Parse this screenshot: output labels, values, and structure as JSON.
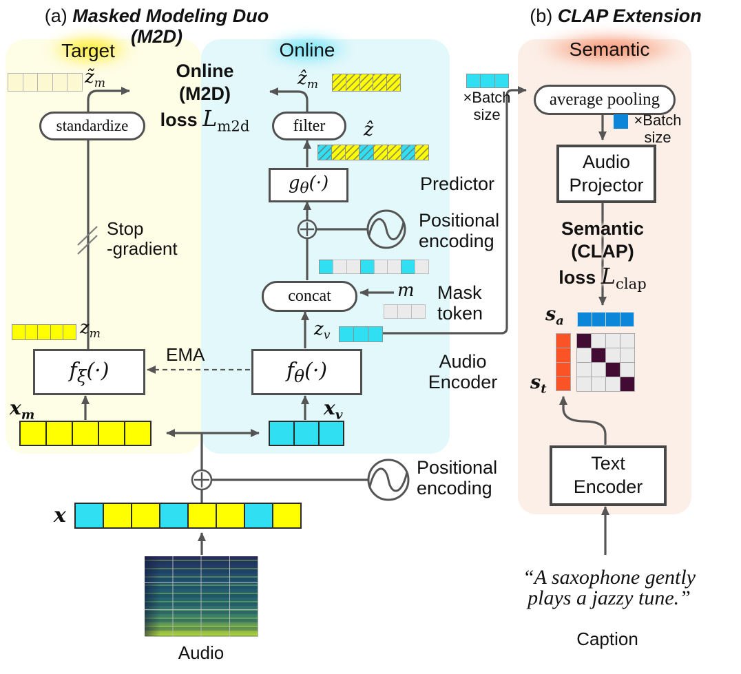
{
  "titles": {
    "a_prefix": "(a) ",
    "a_text": "Masked Modeling Duo (M2D)",
    "b_prefix": "(b) ",
    "b_text": "CLAP Extension"
  },
  "section_labels": {
    "target": "Target",
    "online": "Online",
    "semantic": "Semantic"
  },
  "losses": {
    "m2d": {
      "line1": "Online",
      "line2": "(M2D)",
      "line3_prefix": "loss",
      "L": "L",
      "sub": "m2d"
    },
    "clap": {
      "line1": "Semantic",
      "line2": "(CLAP)",
      "line3_prefix": "loss",
      "L": "L",
      "sub": "clap"
    }
  },
  "nodes": {
    "standardize": "standardize",
    "filter": "filter",
    "concat": "concat",
    "average_pooling": "average pooling",
    "audio_projector": {
      "line1": "Audio",
      "line2": "Projector"
    },
    "text_encoder": {
      "line1": "Text",
      "line2": "Encoder"
    }
  },
  "math": {
    "z_tilde_m": {
      "base": "z̃",
      "sub": "m"
    },
    "z_hat_m": {
      "base": "ẑ",
      "sub": "m"
    },
    "z_hat": {
      "base": "ẑ"
    },
    "z_m": {
      "base": "z",
      "sub": "m"
    },
    "z_v": {
      "base": "z",
      "sub": "v"
    },
    "x_m": {
      "base": "x",
      "sub": "m"
    },
    "x_v": {
      "base": "x",
      "sub": "v"
    },
    "x": {
      "base": "x"
    },
    "m": {
      "base": "m"
    },
    "s_a": {
      "base": "s",
      "sub": "a"
    },
    "s_t": {
      "base": "s",
      "sub": "t"
    },
    "f_xi": {
      "base": "f",
      "sub": "ξ",
      "args": "(·)"
    },
    "f_theta": {
      "base": "f",
      "sub": "θ",
      "args": "(·)"
    },
    "g_theta": {
      "base": "g",
      "sub": "θ",
      "args": "(·)"
    }
  },
  "annotations": {
    "stop_gradient": {
      "line1": "Stop",
      "line2": "-gradient"
    },
    "ema": "EMA",
    "predictor": "Predictor",
    "positional_encoding": {
      "line1": "Positional",
      "line2": "encoding"
    },
    "mask_token": {
      "line1": "Mask",
      "line2": "token"
    },
    "audio_encoder": {
      "line1": "Audio",
      "line2": "Encoder"
    },
    "batch_size": {
      "line1": "×Batch",
      "line2": "size"
    },
    "audio": "Audio",
    "caption_label": "Caption"
  },
  "caption": {
    "line1": "“A saxophone gently",
    "line2": "plays a jazzy tune.”"
  },
  "strips": {
    "z_tilde_m_strip": [
      "p",
      "p",
      "p",
      "p",
      "p"
    ],
    "z_hat_m_strip": [
      "yh",
      "yh",
      "yh",
      "yh",
      "yh"
    ],
    "z_hat_strip": [
      "ch",
      "yh",
      "yh",
      "ch",
      "yh",
      "yh",
      "ch",
      "yh"
    ],
    "batch_strip": [
      "c",
      "c",
      "c"
    ],
    "concat_out_strip": [
      "c",
      "g",
      "g",
      "c",
      "g",
      "g",
      "c",
      "g"
    ],
    "mask_token_strip": [
      "g",
      "g",
      "g"
    ],
    "z_v_strip": [
      "c",
      "c",
      "c"
    ],
    "z_m_strip": [
      "y",
      "y",
      "y",
      "y",
      "y"
    ],
    "x_m_strip": [
      "y",
      "y",
      "y",
      "y",
      "y"
    ],
    "x_v_strip": [
      "c",
      "c",
      "c"
    ],
    "x_strip": [
      "c",
      "y",
      "y",
      "c",
      "y",
      "y",
      "c",
      "y"
    ],
    "s_a_strip": [
      "b",
      "b",
      "b",
      "b"
    ],
    "s_t_strip": [
      "o",
      "o",
      "o",
      "o"
    ]
  },
  "matrix": {
    "cells": [
      "diag",
      "off",
      "off",
      "off",
      "off",
      "diag",
      "off",
      "off",
      "off",
      "off",
      "diag",
      "off",
      "off",
      "off",
      "off",
      "diag"
    ]
  },
  "colors": {
    "yellow_token": "#FFFF00",
    "cyan_token": "#30DFF2",
    "pale_yellow_token": "#FBF8D2",
    "gray_token": "#EBEBEB",
    "blue_token": "#0B86D8",
    "orange_token": "#FA5426",
    "matrix_diagonal": "#420B33",
    "panel_target": "#FEFDE6",
    "panel_online": "#E3F8FB",
    "panel_semantic": "#FCEFE7",
    "wire": "#555555"
  }
}
